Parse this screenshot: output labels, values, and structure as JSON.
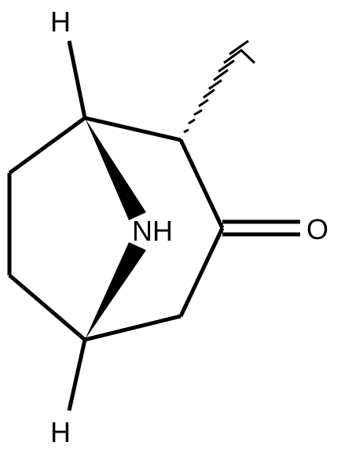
{
  "diagram": {
    "type": "skeletal-structure",
    "atom_labels": {
      "h_top": "H",
      "h_bottom": "H",
      "nh": "NH",
      "o": "O"
    }
  }
}
